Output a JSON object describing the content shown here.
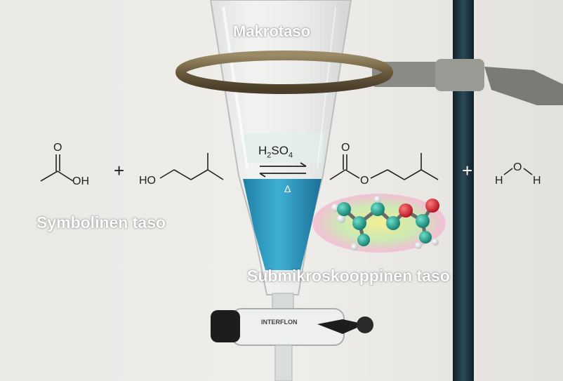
{
  "labels": {
    "macro": "Makrotaso",
    "symbolic": "Symbolinen taso",
    "submicro": "Submikroskooppinen taso"
  },
  "equation": {
    "reactant1_oh": "OH",
    "reactant1_o": "O",
    "plus_sign": "+",
    "reactant2_ho": "HO",
    "catalyst_main": "H",
    "catalyst_sub1": "2",
    "catalyst_mid": "SO",
    "catalyst_sub2": "4",
    "heat_symbol": "Δ",
    "product_ester_o_carbonyl": "O",
    "product_ester_o_link": "O",
    "water_h1": "H",
    "water_o": "O",
    "water_h2": "H"
  },
  "apparatus": {
    "stopcock_text": "INTERFLON"
  },
  "colors": {
    "background_wall": "#e9e8e4",
    "solution_blue": "#2a9fc6",
    "ring_bronze": "#7a6a4a",
    "stand_rod": "#1d3540",
    "label_white": "#ffffff",
    "atom_carbon": "#1f9e8e",
    "atom_oxygen": "#e0202a",
    "atom_hydrogen": "#f0f0f0"
  }
}
